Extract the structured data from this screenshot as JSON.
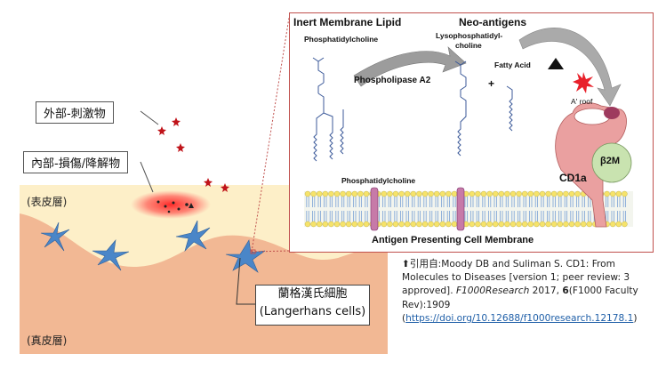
{
  "callouts": {
    "external": "外部-刺激物",
    "internal": "內部-損傷/降解物"
  },
  "layers": {
    "epidermis": "(表皮層)",
    "dermis": "(真皮層)"
  },
  "cell_label": {
    "line1": "蘭格漢氏細胞",
    "line2": "(Langerhans cells)"
  },
  "inset": {
    "inert_title": "Inert Membrane Lipid",
    "neo_title": "Neo-antigens",
    "pc_top": "Phosphatidylcholine",
    "lyso": "Lysophosphatidyl-",
    "lyso2": "choline",
    "fatty_acid": "Fatty Acid",
    "plus": "+",
    "enzyme": "Phospholipase A2",
    "pc_membrane": "Phosphatidylcholine",
    "a_roof": "A' roof",
    "b2m": "β2M",
    "cd1a": "CD1a",
    "membrane_label": "Antigen Presenting Cell Membrane"
  },
  "citation": {
    "arrow": "⬆",
    "prefix": "引用自:",
    "text1": "Moody DB and Suliman S. CD1: From Molecules to Diseases [version 1; peer review: 3 approved].",
    "journal": "F1000Research",
    "year": "2017,",
    "volume": "6",
    "text2": "(F1000 Faculty Rev):1909 (",
    "link": "https://doi.org/10.12688/f1000research.12178.1",
    "close": ")"
  },
  "colors": {
    "epidermis": "#fdefc8",
    "dermis": "#f2b894",
    "cell": "#4a86c8",
    "inset_border": "#c0504d",
    "cd1a": "#e8a0a0",
    "b2m": "#c9e3b0",
    "star_red": "#c0141a"
  }
}
